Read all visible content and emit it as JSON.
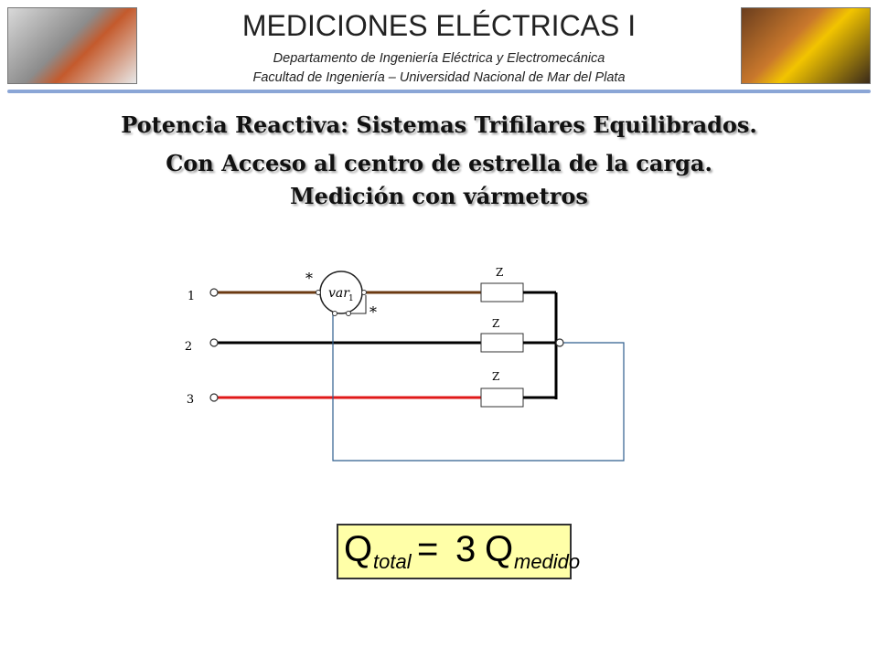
{
  "header": {
    "title": "MEDICIONES ELÉCTRICAS I",
    "department": "Departamento de Ingeniería Eléctrica y Electromecánica",
    "faculty": "Facultad de Ingeniería – Universidad Nacional de Mar del Plata"
  },
  "slide": {
    "title_line1": "Potencia Reactiva: Sistemas Trifilares Equilibrados.",
    "title_line2": "Con Acceso al centro de estrella de la carga.",
    "title_line3": "Medición con vármetros"
  },
  "diagram": {
    "terminal_1": "1",
    "terminal_2": "2",
    "terminal_3": "3",
    "impedance_1": "Z",
    "impedance_2": "Z",
    "impedance_3": "Z",
    "meter_label": "var",
    "meter_index": "1",
    "polarity_mark_current": "*",
    "polarity_mark_voltage": "*",
    "colors": {
      "phase1": "#6b3a12",
      "phase2": "#000000",
      "phase3": "#e01818",
      "meter_wiring": "#2e5e8e"
    }
  },
  "formula": {
    "lhs_symbol": "Q",
    "lhs_subscript": "total",
    "equals": "=",
    "coefficient": "3",
    "rhs_symbol": "Q",
    "rhs_subscript": "medido"
  }
}
